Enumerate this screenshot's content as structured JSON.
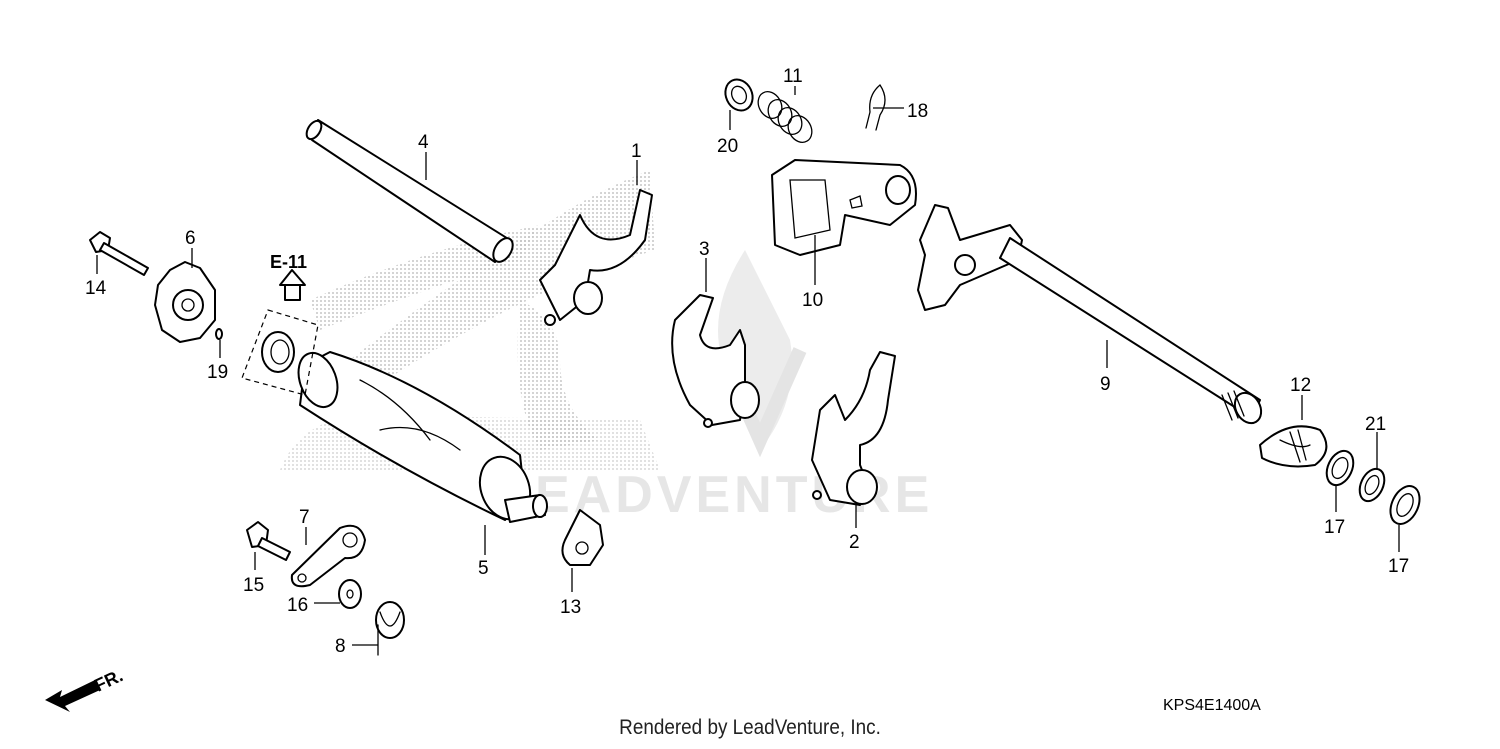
{
  "diagram": {
    "reference_code": "KPS4E1400A",
    "section_ref": "E-11",
    "front_label": "FR.",
    "watermark_text": "EADVENTURE",
    "footer_text": "Rendered by LeadVenture, Inc.",
    "callouts": {
      "c1": "1",
      "c2": "2",
      "c3": "3",
      "c4": "4",
      "c5": "5",
      "c6": "6",
      "c7": "7",
      "c8": "8",
      "c9": "9",
      "c10": "10",
      "c11": "11",
      "c12": "12",
      "c13": "13",
      "c14": "14",
      "c15": "15",
      "c16": "16",
      "c17a": "17",
      "c17b": "17",
      "c18": "18",
      "c19": "19",
      "c20": "20",
      "c21": "21"
    }
  },
  "colors": {
    "line": "#000000",
    "halftone": "#bdbdbd",
    "watermark": "#e6e6e6"
  }
}
